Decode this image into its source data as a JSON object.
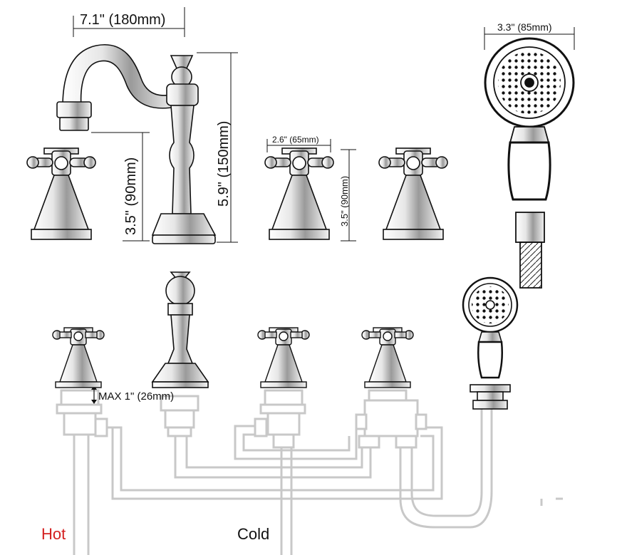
{
  "dimensions": {
    "spout_length": "7.1\" (180mm)",
    "spout_height": "3.5\" (90mm)",
    "body_height": "5.9\" (150mm)",
    "handle_width": "2.6\" (65mm)",
    "handle_height": "3.5\" (90mm)",
    "shower_head_diameter": "3.3\" (85mm)",
    "deck_thickness": "MAX 1\" (26mm)"
  },
  "labels": {
    "hot": "Hot",
    "cold": "Cold"
  },
  "colors": {
    "hot": "#d42020",
    "cold": "#111111",
    "line": "#111111",
    "pipe": "#c8c8c8"
  }
}
